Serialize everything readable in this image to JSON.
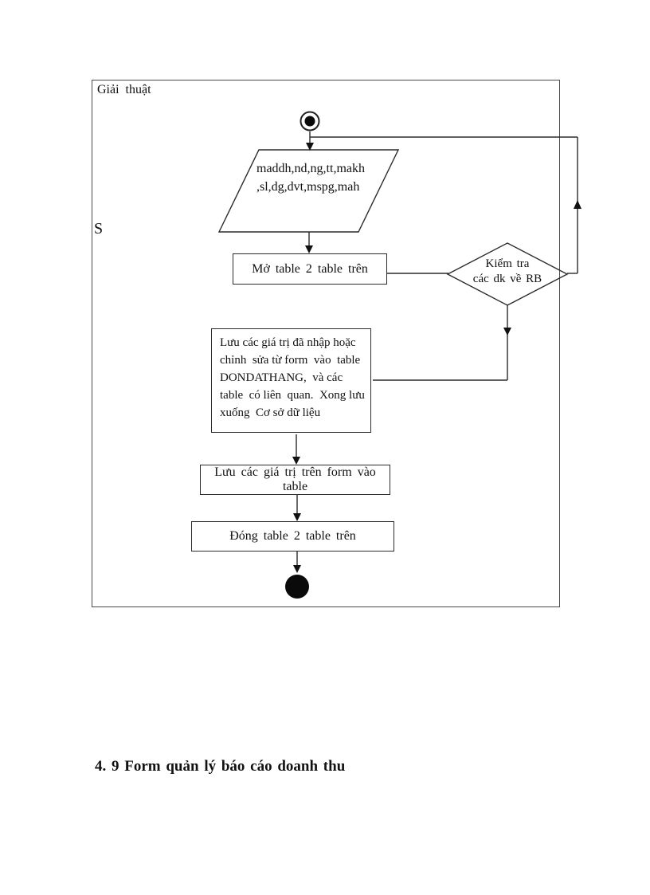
{
  "frame": {
    "label": "Giải thuật",
    "side_label": "S"
  },
  "heading": "4. 9 Form quản lý báo cáo doanh thu",
  "flowchart": {
    "input": {
      "line1": "maddh,nd,ng,tt,makh",
      "line2": ",sl,dg,dvt,mspg,mah"
    },
    "open_tables": "Mở table 2 table trên",
    "decision": {
      "line1": "Kiểm tra",
      "line2": "các dk về RB"
    },
    "save_db": {
      "line1": "Lưu các giá trị đã nhập hoặc",
      "line2": "chỉnh  sửa từ form  vào  table",
      "line3": "DONDATHANG,  và các",
      "line4": "table  có liên  quan.  Xong lưu",
      "line5": "xuống  Cơ sở dữ liệu"
    },
    "save_form": "Lưu các giá trị trên form vào table",
    "close_tables": "Đóng table 2 table trên"
  }
}
